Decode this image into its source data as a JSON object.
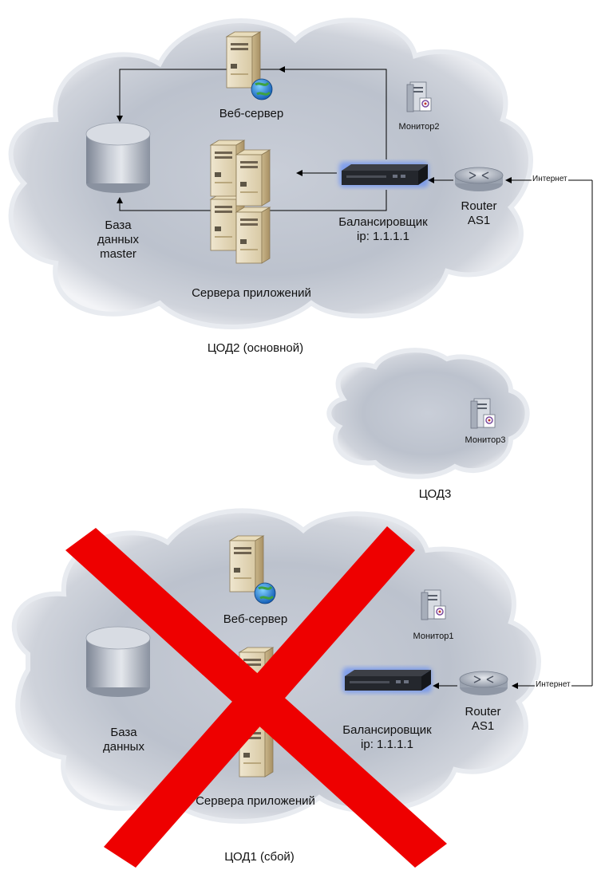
{
  "dc2": {
    "caption": "ЦОД2 (основной)",
    "web_server": "Веб-сервер",
    "database": [
      "База",
      "данных",
      "master"
    ],
    "app_servers": "Сервера приложений",
    "balancer": [
      "Балансировщик",
      "ip: 1.1.1.1"
    ],
    "router": [
      "Router",
      "AS1"
    ],
    "monitor": "Монитор2",
    "internet": "Интернет"
  },
  "dc3": {
    "caption": "ЦОД3",
    "monitor": "Монитор3"
  },
  "dc1": {
    "caption": "ЦОД1 (сбой)",
    "web_server": "Веб-сервер",
    "database": [
      "База",
      "данных"
    ],
    "app_servers": "Сервера приложений",
    "balancer": [
      "Балансировщик",
      "ip: 1.1.1.1"
    ],
    "router": [
      "Router",
      "AS1"
    ],
    "monitor": "Монитор1",
    "internet": "Интернет",
    "status": "failed"
  },
  "colors": {
    "cloud_fill": "#bfc5d0",
    "cloud_edge": "#eef0f4",
    "failure_cross": "#ee0000",
    "connector": "#000000"
  },
  "icons": {
    "server": "server-icon",
    "web_server": "web-server-icon",
    "database": "database-icon",
    "balancer": "load-balancer-icon",
    "router": "router-icon",
    "monitor": "monitor-icon",
    "failure": "failure-cross-icon"
  }
}
